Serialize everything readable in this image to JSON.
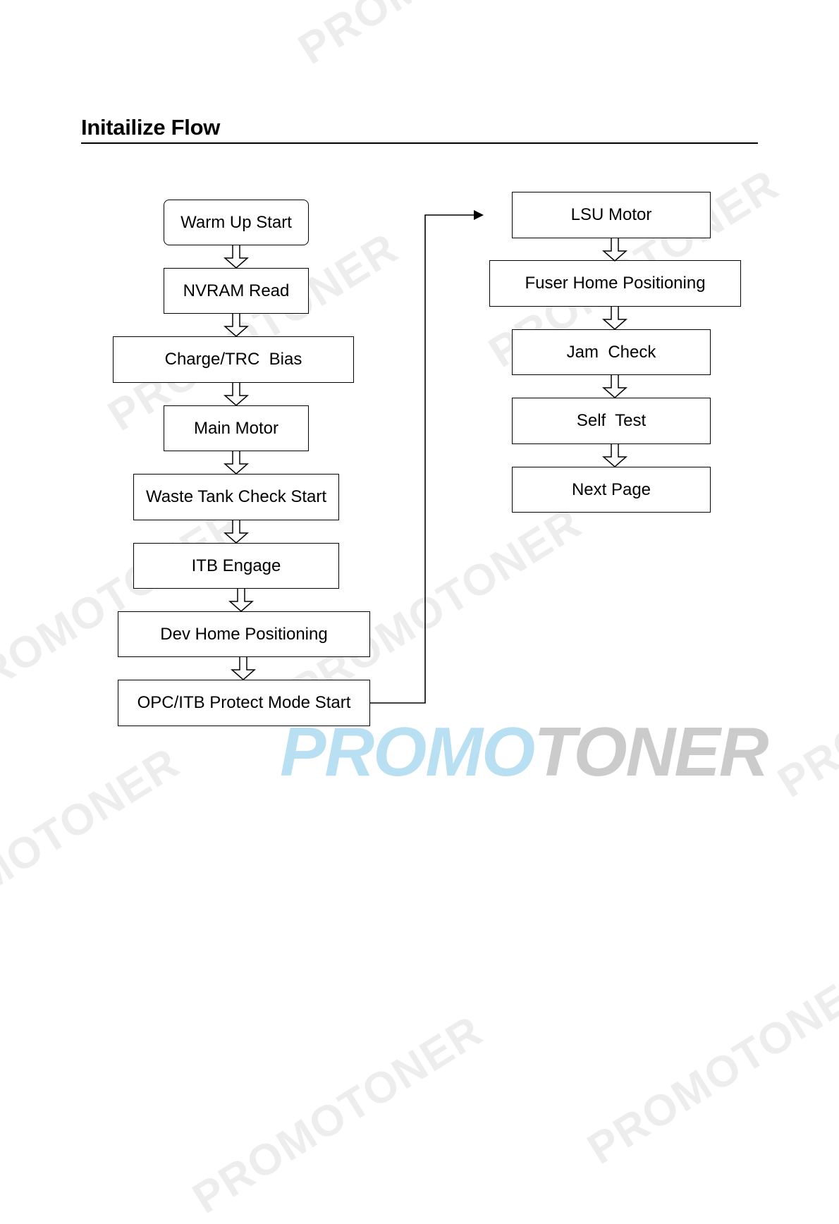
{
  "title": "Initailize Flow",
  "left_column": [
    {
      "label": "Warm Up Start"
    },
    {
      "label": "NVRAM Read"
    },
    {
      "label": "Charge/TRC  Bias"
    },
    {
      "label": "Main Motor"
    },
    {
      "label": "Waste Tank Check Start"
    },
    {
      "label": "ITB Engage"
    },
    {
      "label": "Dev Home Positioning"
    },
    {
      "label": "OPC/ITB Protect Mode Start"
    }
  ],
  "right_column": [
    {
      "label": "LSU Motor"
    },
    {
      "label": "Fuser Home Positioning"
    },
    {
      "label": "Jam  Check"
    },
    {
      "label": "Self  Test"
    },
    {
      "label": "Next Page"
    }
  ],
  "watermark": {
    "text": "PROMOTONER",
    "logo_part1": "PROMO",
    "logo_part2": "TONER"
  }
}
